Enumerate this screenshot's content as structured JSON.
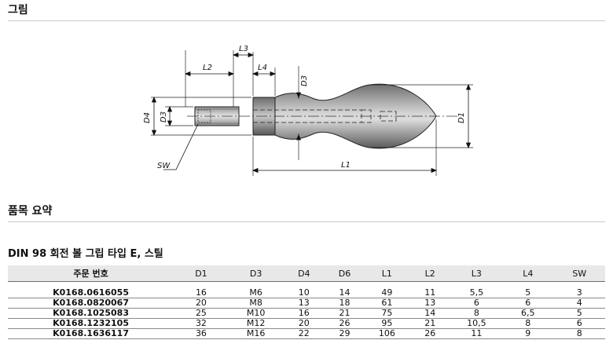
{
  "sections": {
    "drawing": "그림",
    "summary": "품목 요약"
  },
  "product_title": "DIN 98 회전 볼 그립 타입 E, 스틸",
  "dimension_labels": {
    "L3": "L3",
    "L2": "L2",
    "L4": "L4",
    "D3_top": "D3",
    "D4": "D4",
    "D3_left": "D3",
    "D1": "D1",
    "SW": "SW",
    "L1": "L1"
  },
  "table": {
    "headers": [
      "주문 번호",
      "D1",
      "D3",
      "D4",
      "D6",
      "L1",
      "L2",
      "L3",
      "L4",
      "SW"
    ],
    "rows": [
      [
        "K0168.0616055",
        "16",
        "M6",
        "10",
        "14",
        "49",
        "11",
        "5,5",
        "5",
        "3"
      ],
      [
        "K0168.0820067",
        "20",
        "M8",
        "13",
        "18",
        "61",
        "13",
        "6",
        "6",
        "4"
      ],
      [
        "K0168.1025083",
        "25",
        "M10",
        "16",
        "21",
        "75",
        "14",
        "8",
        "6,5",
        "5"
      ],
      [
        "K0168.1232105",
        "32",
        "M12",
        "20",
        "26",
        "95",
        "21",
        "10,5",
        "8",
        "6"
      ],
      [
        "K0168.1636117",
        "36",
        "M16",
        "22",
        "29",
        "106",
        "26",
        "11",
        "9",
        "8"
      ]
    ]
  }
}
